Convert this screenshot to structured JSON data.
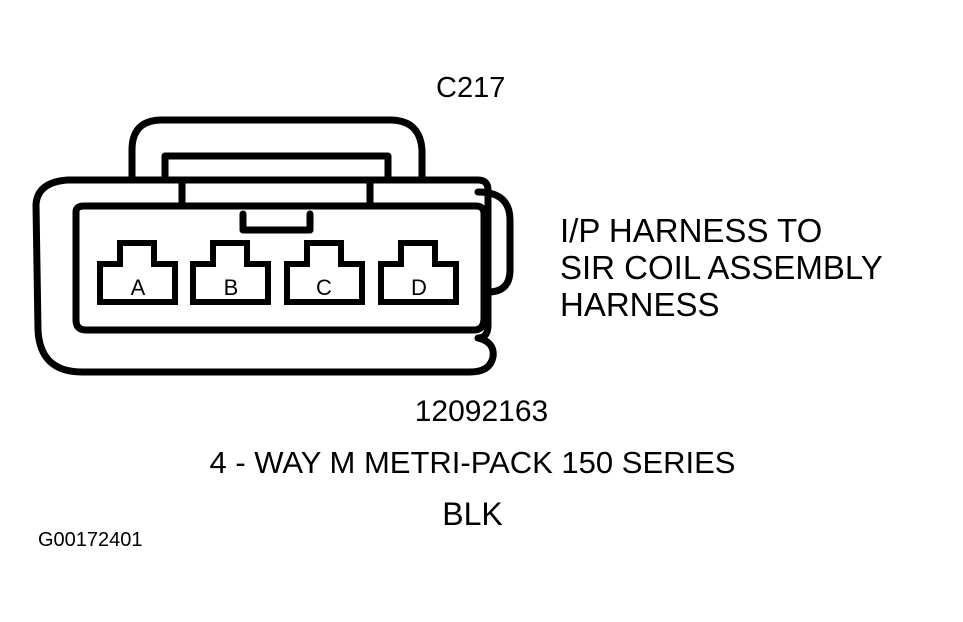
{
  "connector": {
    "id": "C217",
    "pins": [
      "A",
      "B",
      "C",
      "D"
    ]
  },
  "harness_description": [
    "I/P HARNESS TO",
    "SIR COIL ASSEMBLY",
    "HARNESS"
  ],
  "part_number": "12092163",
  "series": "4 - WAY M METRI-PACK 150 SERIES",
  "color": "BLK",
  "figure_id": "G00172401"
}
